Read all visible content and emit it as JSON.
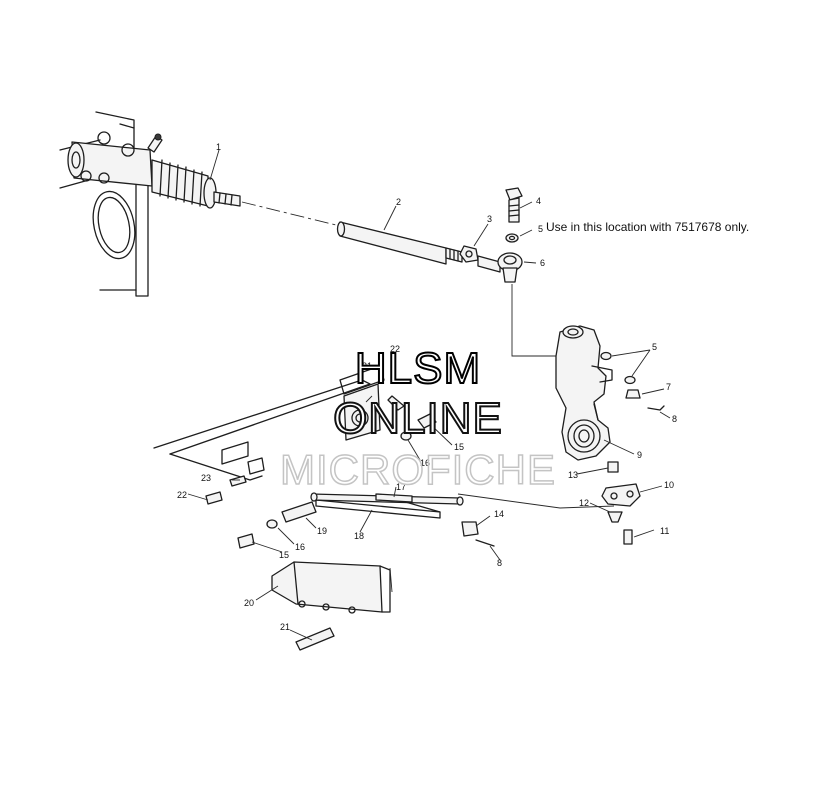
{
  "diagram": {
    "note": "Use in this location with 7517678 only.",
    "callouts": [
      {
        "id": "c1",
        "text": "1"
      },
      {
        "id": "c2",
        "text": "2"
      },
      {
        "id": "c3",
        "text": "3"
      },
      {
        "id": "c4",
        "text": "4"
      },
      {
        "id": "c5a",
        "text": "5"
      },
      {
        "id": "c6",
        "text": "6"
      },
      {
        "id": "c5b",
        "text": "5"
      },
      {
        "id": "c7",
        "text": "7"
      },
      {
        "id": "c8a",
        "text": "8"
      },
      {
        "id": "c9",
        "text": "9"
      },
      {
        "id": "c10",
        "text": "10"
      },
      {
        "id": "c11",
        "text": "11"
      },
      {
        "id": "c12",
        "text": "12"
      },
      {
        "id": "c13",
        "text": "13"
      },
      {
        "id": "c14",
        "text": "14"
      },
      {
        "id": "c8b",
        "text": "8"
      },
      {
        "id": "c15a",
        "text": "15"
      },
      {
        "id": "c16a",
        "text": "16"
      },
      {
        "id": "c17",
        "text": "17"
      },
      {
        "id": "c18",
        "text": "18"
      },
      {
        "id": "c19",
        "text": "19"
      },
      {
        "id": "c16b",
        "text": "16"
      },
      {
        "id": "c15b",
        "text": "15"
      },
      {
        "id": "c20",
        "text": "20"
      },
      {
        "id": "c21a",
        "text": "21"
      },
      {
        "id": "c21b",
        "text": "21"
      },
      {
        "id": "c22a",
        "text": "22"
      },
      {
        "id": "c22b",
        "text": "22"
      },
      {
        "id": "c23",
        "text": "23"
      }
    ]
  },
  "watermark": {
    "line1": "HLSM",
    "line2": "ONLINE",
    "line3": "MICROFICHE"
  }
}
